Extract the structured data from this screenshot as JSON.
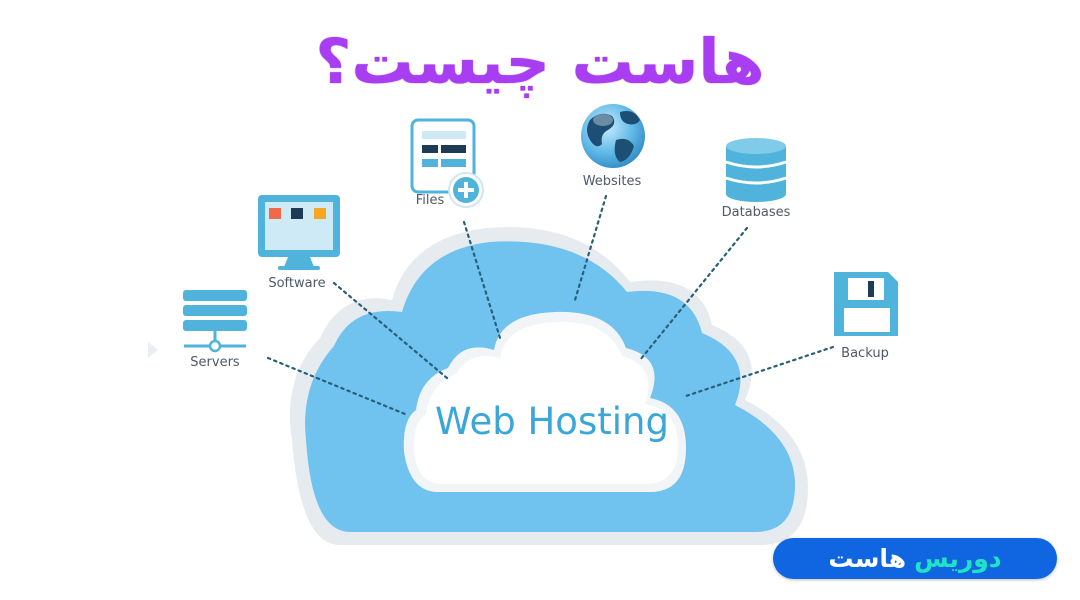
{
  "title": "هاست چیست؟",
  "center_label": "Web Hosting",
  "nodes": {
    "servers": "Servers",
    "software": "Software",
    "files": "Files",
    "websites": "Websites",
    "databases": "Databases",
    "backup": "Backup"
  },
  "brand": {
    "part1": "دوریس",
    "part2": "هاست"
  },
  "colors": {
    "title": "#a93df2",
    "cloud_fill": "#6fc3ee",
    "cloud_inner": "#ffffff",
    "icon_blue": "#4fb3dc",
    "connector": "#2a5f7a",
    "brand_bg": "#0f66e0",
    "brand_accent": "#20e3c6"
  },
  "icons": [
    "server-icon",
    "monitor-icon",
    "file-add-icon",
    "globe-icon",
    "database-icon",
    "floppy-disk-icon"
  ]
}
